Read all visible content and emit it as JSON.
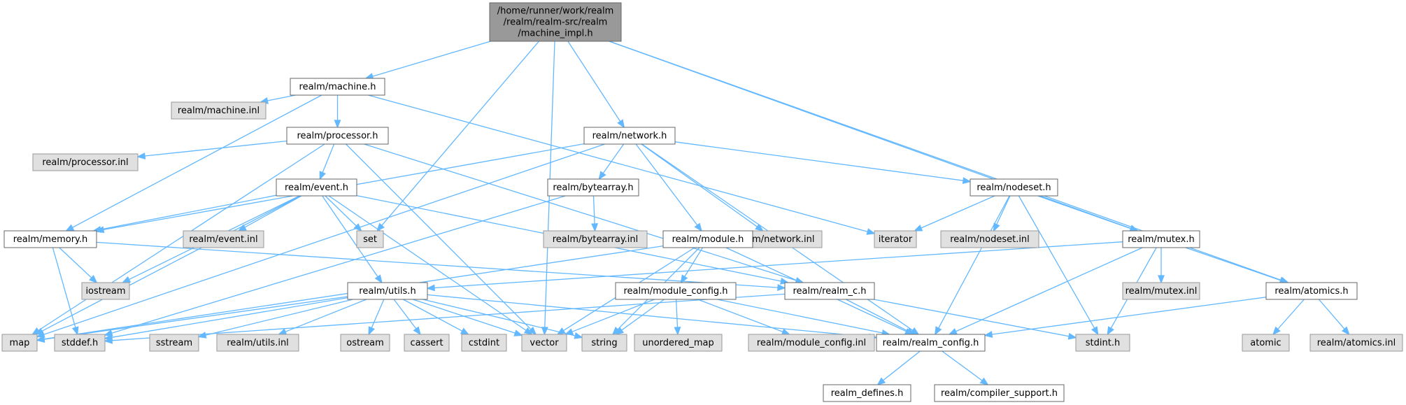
{
  "colors": {
    "edge": "#63b8ff",
    "root_fill": "#999999",
    "root_border": "#666666",
    "header_fill": "#ffffff",
    "header_border": "#666666",
    "external_fill": "#e0e0e0",
    "external_border": "#999999"
  },
  "nodes": [
    {
      "id": "root",
      "kind": "root",
      "lines": [
        "/home/runner/work/realm",
        "/realm/realm-src/realm",
        "/machine_impl.h"
      ]
    },
    {
      "id": "machine_h",
      "kind": "header",
      "lines": [
        "realm/machine.h"
      ]
    },
    {
      "id": "machine_inl",
      "kind": "external",
      "lines": [
        "realm/machine.inl"
      ]
    },
    {
      "id": "processor_h",
      "kind": "header",
      "lines": [
        "realm/processor.h"
      ]
    },
    {
      "id": "processor_inl",
      "kind": "external",
      "lines": [
        "realm/processor.inl"
      ]
    },
    {
      "id": "event_h",
      "kind": "header",
      "lines": [
        "realm/event.h"
      ]
    },
    {
      "id": "event_inl",
      "kind": "external",
      "lines": [
        "realm/event.inl"
      ]
    },
    {
      "id": "memory_h",
      "kind": "header",
      "lines": [
        "realm/memory.h"
      ]
    },
    {
      "id": "iostream",
      "kind": "external",
      "lines": [
        "iostream"
      ]
    },
    {
      "id": "set",
      "kind": "external",
      "lines": [
        "set"
      ]
    },
    {
      "id": "network_h",
      "kind": "header",
      "lines": [
        "realm/network.h"
      ]
    },
    {
      "id": "bytearray_h",
      "kind": "header",
      "lines": [
        "realm/bytearray.h"
      ]
    },
    {
      "id": "bytearray_inl",
      "kind": "external",
      "lines": [
        "realm/bytearray.inl"
      ]
    },
    {
      "id": "network_inl",
      "kind": "external",
      "lines": [
        "realm/network.inl"
      ]
    },
    {
      "id": "module_h",
      "kind": "header",
      "lines": [
        "realm/module.h"
      ]
    },
    {
      "id": "module_config_h",
      "kind": "header",
      "lines": [
        "realm/module_config.h"
      ]
    },
    {
      "id": "utils_h",
      "kind": "header",
      "lines": [
        "realm/utils.h"
      ]
    },
    {
      "id": "realm_c_h",
      "kind": "header",
      "lines": [
        "realm/realm_c.h"
      ]
    },
    {
      "id": "nodeset_h",
      "kind": "header",
      "lines": [
        "realm/nodeset.h"
      ]
    },
    {
      "id": "iterator",
      "kind": "external",
      "lines": [
        "iterator"
      ]
    },
    {
      "id": "nodeset_inl",
      "kind": "external",
      "lines": [
        "realm/nodeset.inl"
      ]
    },
    {
      "id": "mutex_h",
      "kind": "header",
      "lines": [
        "realm/mutex.h"
      ]
    },
    {
      "id": "mutex_inl",
      "kind": "external",
      "lines": [
        "realm/mutex.inl"
      ]
    },
    {
      "id": "atomics_h",
      "kind": "header",
      "lines": [
        "realm/atomics.h"
      ]
    },
    {
      "id": "atomic",
      "kind": "external",
      "lines": [
        "atomic"
      ]
    },
    {
      "id": "atomics_inl",
      "kind": "external",
      "lines": [
        "realm/atomics.inl"
      ]
    },
    {
      "id": "realm_config_h",
      "kind": "header",
      "lines": [
        "realm/realm_config.h"
      ]
    },
    {
      "id": "realm_defines_h",
      "kind": "header",
      "lines": [
        "realm_defines.h"
      ]
    },
    {
      "id": "compiler_support_h",
      "kind": "header",
      "lines": [
        "realm/compiler_support.h"
      ]
    },
    {
      "id": "map",
      "kind": "external",
      "lines": [
        "map"
      ]
    },
    {
      "id": "stddef_h",
      "kind": "external",
      "lines": [
        "stddef.h"
      ]
    },
    {
      "id": "sstream",
      "kind": "external",
      "lines": [
        "sstream"
      ]
    },
    {
      "id": "utils_inl",
      "kind": "external",
      "lines": [
        "realm/utils.inl"
      ]
    },
    {
      "id": "ostream",
      "kind": "external",
      "lines": [
        "ostream"
      ]
    },
    {
      "id": "cassert",
      "kind": "external",
      "lines": [
        "cassert"
      ]
    },
    {
      "id": "cstdint",
      "kind": "external",
      "lines": [
        "cstdint"
      ]
    },
    {
      "id": "vector",
      "kind": "external",
      "lines": [
        "vector"
      ]
    },
    {
      "id": "string",
      "kind": "external",
      "lines": [
        "string"
      ]
    },
    {
      "id": "unordered_map",
      "kind": "external",
      "lines": [
        "unordered_map"
      ]
    },
    {
      "id": "module_config_inl",
      "kind": "external",
      "lines": [
        "realm/module_config.inl"
      ]
    },
    {
      "id": "stdint_h",
      "kind": "external",
      "lines": [
        "stdint.h"
      ]
    }
  ],
  "edges": [
    [
      "root",
      "machine_h"
    ],
    [
      "root",
      "set"
    ],
    [
      "root",
      "vector"
    ],
    [
      "root",
      "network_h"
    ],
    [
      "root",
      "mutex_h"
    ],
    [
      "root",
      "atomics_h"
    ],
    [
      "machine_h",
      "machine_inl"
    ],
    [
      "machine_h",
      "processor_h"
    ],
    [
      "machine_h",
      "memory_h"
    ],
    [
      "machine_h",
      "iterator"
    ],
    [
      "processor_h",
      "processor_inl"
    ],
    [
      "processor_h",
      "event_h"
    ],
    [
      "processor_h",
      "map"
    ],
    [
      "processor_h",
      "vector"
    ],
    [
      "processor_h",
      "realm_c_h"
    ],
    [
      "event_h",
      "memory_h"
    ],
    [
      "event_h",
      "event_inl"
    ],
    [
      "event_h",
      "set"
    ],
    [
      "event_h",
      "iostream"
    ],
    [
      "event_h",
      "utils_h"
    ],
    [
      "event_h",
      "map"
    ],
    [
      "event_h",
      "vector"
    ],
    [
      "event_h",
      "realm_c_h"
    ],
    [
      "memory_h",
      "iostream"
    ],
    [
      "memory_h",
      "stddef_h"
    ],
    [
      "memory_h",
      "realm_c_h"
    ],
    [
      "network_h",
      "memory_h"
    ],
    [
      "network_h",
      "bytearray_h"
    ],
    [
      "network_h",
      "network_inl"
    ],
    [
      "network_h",
      "module_h"
    ],
    [
      "network_h",
      "nodeset_h"
    ],
    [
      "network_h",
      "realm_config_h"
    ],
    [
      "network_h",
      "map"
    ],
    [
      "bytearray_h",
      "bytearray_inl"
    ],
    [
      "bytearray_h",
      "stddef_h"
    ],
    [
      "module_h",
      "module_config_h"
    ],
    [
      "module_h",
      "vector"
    ],
    [
      "module_h",
      "string"
    ],
    [
      "module_h",
      "realm_config_h"
    ],
    [
      "module_h",
      "map"
    ],
    [
      "module_config_h",
      "unordered_map"
    ],
    [
      "module_config_h",
      "module_config_inl"
    ],
    [
      "module_config_h",
      "vector"
    ],
    [
      "module_config_h",
      "string"
    ],
    [
      "module_config_h",
      "realm_config_h"
    ],
    [
      "utils_h",
      "map"
    ],
    [
      "utils_h",
      "stddef_h"
    ],
    [
      "utils_h",
      "sstream"
    ],
    [
      "utils_h",
      "utils_inl"
    ],
    [
      "utils_h",
      "ostream"
    ],
    [
      "utils_h",
      "cassert"
    ],
    [
      "utils_h",
      "cstdint"
    ],
    [
      "utils_h",
      "vector"
    ],
    [
      "utils_h",
      "string"
    ],
    [
      "utils_h",
      "realm_config_h"
    ],
    [
      "realm_c_h",
      "realm_config_h"
    ],
    [
      "realm_c_h",
      "stdint_h"
    ],
    [
      "realm_c_h",
      "stddef_h"
    ],
    [
      "nodeset_h",
      "iterator"
    ],
    [
      "nodeset_h",
      "nodeset_inl"
    ],
    [
      "nodeset_h",
      "mutex_h"
    ],
    [
      "nodeset_h",
      "realm_config_h"
    ],
    [
      "nodeset_h",
      "stdint_h"
    ],
    [
      "mutex_h",
      "mutex_inl"
    ],
    [
      "mutex_h",
      "atomics_h"
    ],
    [
      "mutex_h",
      "realm_config_h"
    ],
    [
      "mutex_h",
      "stdint_h"
    ],
    [
      "mutex_h",
      "utils_h"
    ],
    [
      "atomics_h",
      "atomic"
    ],
    [
      "atomics_h",
      "atomics_inl"
    ],
    [
      "atomics_h",
      "realm_config_h"
    ],
    [
      "realm_config_h",
      "realm_defines_h"
    ],
    [
      "realm_config_h",
      "compiler_support_h"
    ]
  ]
}
